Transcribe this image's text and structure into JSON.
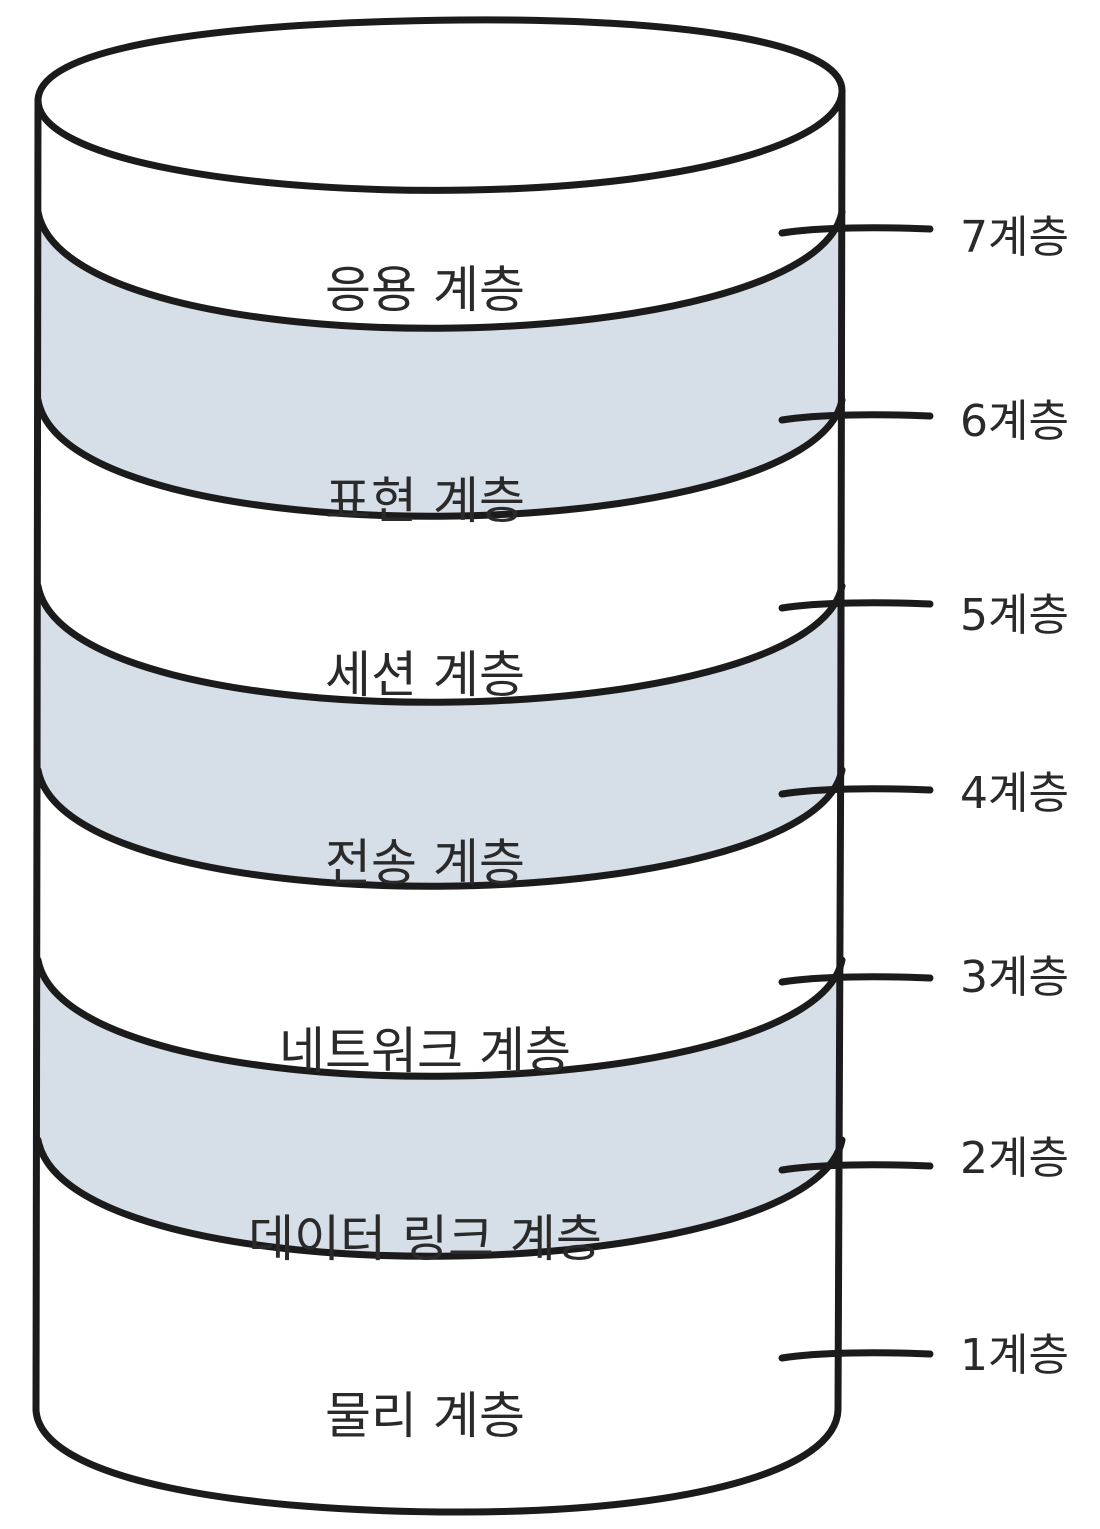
{
  "colors": {
    "band_light": "#ffffff",
    "band_shaded": "#d6dee8",
    "outline": "#1b1b1b",
    "text": "#2a2a2a"
  },
  "layers": [
    {
      "name": "응용 계층",
      "number_label": "7계층",
      "fill": "light"
    },
    {
      "name": "표현 계층",
      "number_label": "6계층",
      "fill": "shaded"
    },
    {
      "name": "세션 계층",
      "number_label": "5계층",
      "fill": "light"
    },
    {
      "name": "전송 계층",
      "number_label": "4계층",
      "fill": "shaded"
    },
    {
      "name": "네트워크 계층",
      "number_label": "3계층",
      "fill": "light"
    },
    {
      "name": "데이터 링크 계층",
      "number_label": "2계층",
      "fill": "shaded"
    },
    {
      "name": "물리 계층",
      "number_label": "1계층",
      "fill": "light"
    }
  ]
}
